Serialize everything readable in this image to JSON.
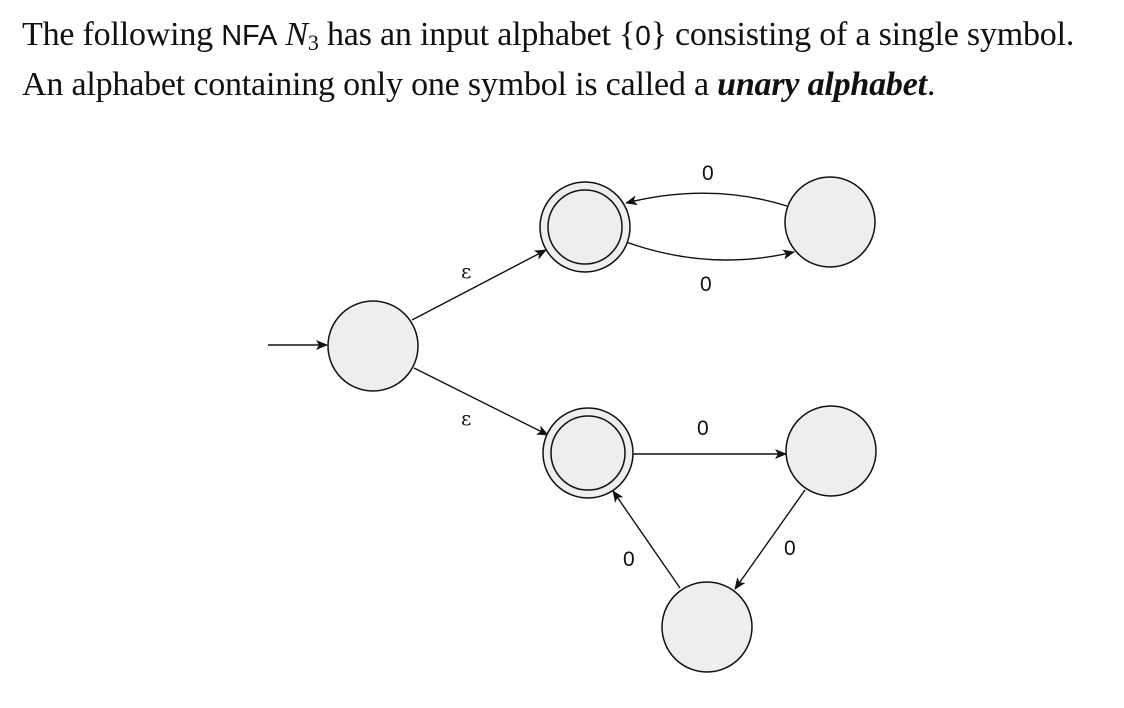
{
  "text": {
    "line1_a": "The following ",
    "line1_nfa": "NFA",
    "line1_n": "N",
    "line1_sub": "3",
    "line1_b": " has an input alphabet {",
    "line1_symbol": "0",
    "line1_c": "} consisting of a single symbol.",
    "line2_a": "An alphabet containing only one symbol is called a ",
    "line2_term": "unary alphabet",
    "line2_b": "."
  },
  "diagram": {
    "start_arrow": true,
    "states": [
      {
        "id": "q0",
        "accepting": false,
        "start": true
      },
      {
        "id": "q1",
        "accepting": true
      },
      {
        "id": "q2",
        "accepting": false
      },
      {
        "id": "q3",
        "accepting": true
      },
      {
        "id": "q4",
        "accepting": false
      },
      {
        "id": "q5",
        "accepting": false
      }
    ],
    "transitions": [
      {
        "from": "q0",
        "to": "q1",
        "label": "ε"
      },
      {
        "from": "q0",
        "to": "q3",
        "label": "ε"
      },
      {
        "from": "q1",
        "to": "q2",
        "label": "0"
      },
      {
        "from": "q2",
        "to": "q1",
        "label": "0"
      },
      {
        "from": "q3",
        "to": "q4",
        "label": "0"
      },
      {
        "from": "q4",
        "to": "q5",
        "label": "0"
      },
      {
        "from": "q5",
        "to": "q3",
        "label": "0"
      }
    ]
  }
}
